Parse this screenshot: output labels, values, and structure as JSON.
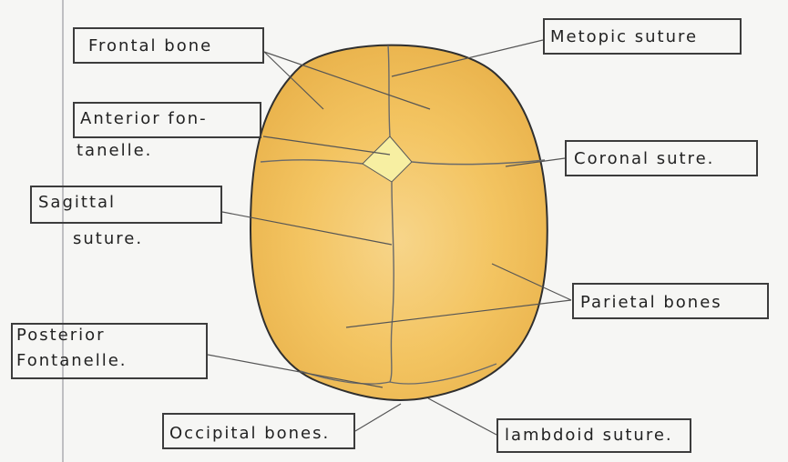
{
  "labels": {
    "frontal_bone": "Frontal bone",
    "metopic_suture": "Metopic suture",
    "anterior_fontanelle_line1": "Anterior fon-",
    "anterior_fontanelle_line2": "tanelle.",
    "coronal_suture": "Coronal sutre.",
    "sagittal_line1": "Sagittal",
    "sagittal_line2": "suture.",
    "parietal_bones": "Parietal bones",
    "posterior_fontanelle_line1": "Posterior",
    "posterior_fontanelle_line2": "Fontanelle.",
    "occipital_bones": "Occipital bones.",
    "lambdoid_suture": "lambdoid suture."
  },
  "colors": {
    "bone_fill": "#f3c461",
    "bone_fill_light": "#f8d98a",
    "fontanelle_fill": "#f7efa2",
    "ink": "#2b2b2b"
  }
}
